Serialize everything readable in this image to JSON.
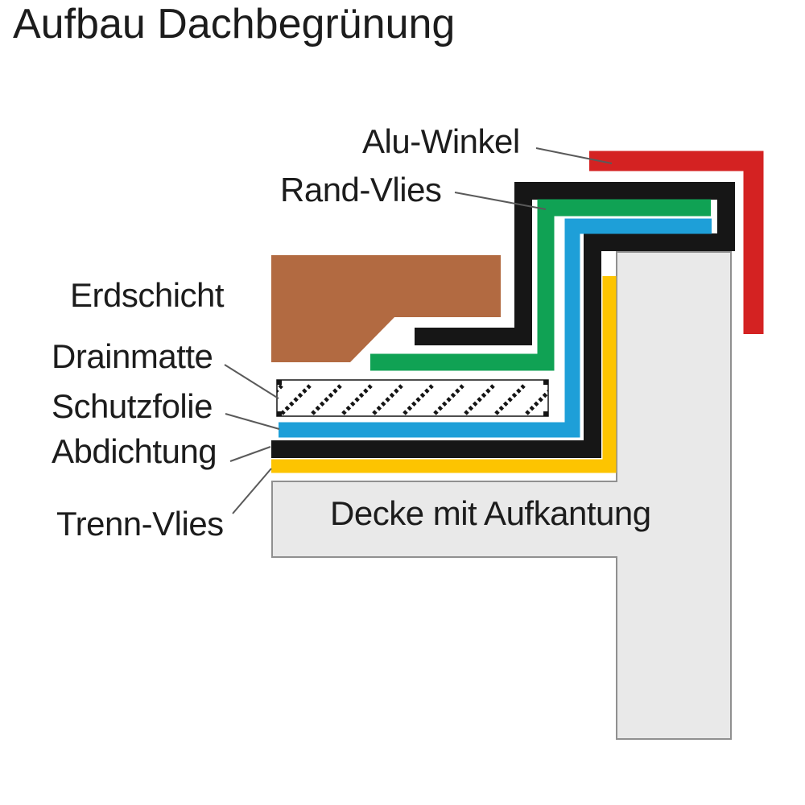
{
  "title": "Aufbau Dachbegrünung",
  "diagram": {
    "labels": {
      "alu_winkel": "Alu-Winkel",
      "rand_vlies": "Rand-Vlies",
      "erdschicht": "Erdschicht",
      "drainmatte": "Drainmatte",
      "schutzfolie": "Schutzfolie",
      "abdichtung": "Abdichtung",
      "trenn_vlies": "Trenn-Vlies",
      "decke": "Decke mit Aufkantung"
    },
    "colors": {
      "alu_winkel": "#d42222",
      "rand_vlies": "#10a254",
      "erdschicht": "#b26a41",
      "schutzfolie": "#1e9fd8",
      "abdichtung": "#161616",
      "trenn_vlies": "#fdc401",
      "drainmatte_fill": "#ffffff",
      "drainmatte_hatch": "#141414",
      "decke_fill": "#e9e9e9",
      "decke_border": "#909090",
      "leader_line": "#5a5a5a",
      "text": "#1c1c1c"
    }
  }
}
